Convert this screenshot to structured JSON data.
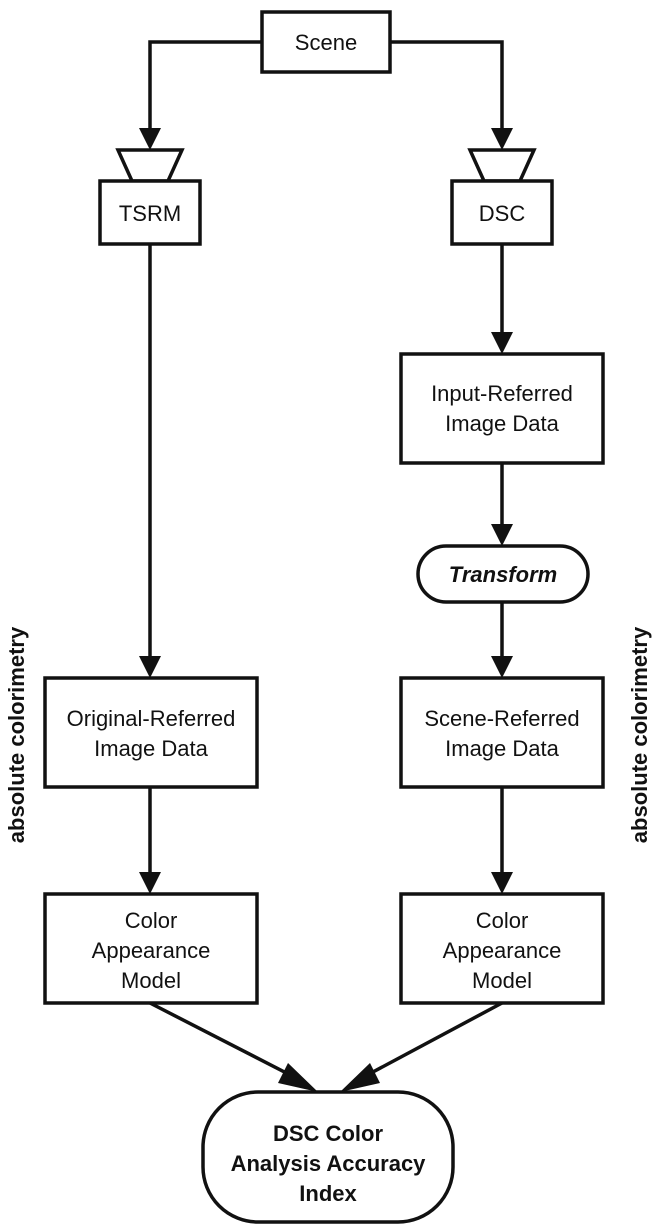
{
  "diagram": {
    "nodes": {
      "scene": {
        "label": "Scene"
      },
      "tsrm": {
        "label": "TSRM"
      },
      "dsc": {
        "label": "DSC"
      },
      "input_referred": {
        "label_lines": [
          "Input-Referred",
          "Image Data"
        ]
      },
      "transform": {
        "label": "Transform"
      },
      "original_referred": {
        "label_lines": [
          "Original-Referred",
          "Image Data"
        ]
      },
      "scene_referred": {
        "label_lines": [
          "Scene-Referred",
          "Image Data"
        ]
      },
      "cam_left": {
        "label_lines": [
          "Color",
          "Appearance",
          "Model"
        ]
      },
      "cam_right": {
        "label_lines": [
          "Color",
          "Appearance",
          "Model"
        ]
      },
      "accuracy_index": {
        "label_lines": [
          "DSC Color",
          "Analysis Accuracy",
          "Index"
        ]
      }
    },
    "side_labels": {
      "left": "absolute colorimetry",
      "right": "absolute colorimetry"
    },
    "edges": [
      {
        "from": "scene",
        "to": "tsrm"
      },
      {
        "from": "scene",
        "to": "dsc"
      },
      {
        "from": "tsrm",
        "to": "original_referred"
      },
      {
        "from": "dsc",
        "to": "input_referred"
      },
      {
        "from": "input_referred",
        "to": "transform"
      },
      {
        "from": "transform",
        "to": "scene_referred"
      },
      {
        "from": "original_referred",
        "to": "cam_left"
      },
      {
        "from": "scene_referred",
        "to": "cam_right"
      },
      {
        "from": "cam_left",
        "to": "accuracy_index"
      },
      {
        "from": "cam_right",
        "to": "accuracy_index"
      }
    ]
  }
}
